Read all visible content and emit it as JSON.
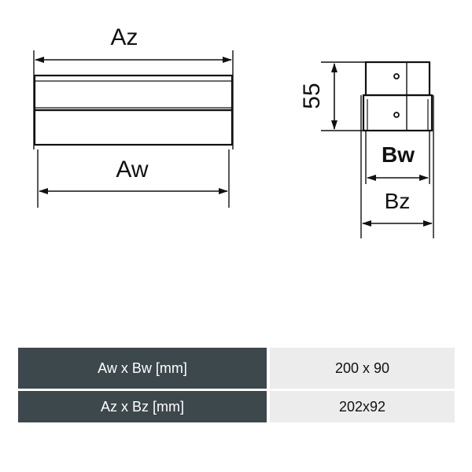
{
  "diagram": {
    "side_view": {
      "top_label": "Az",
      "bottom_label": "Aw"
    },
    "end_view": {
      "height_label": "55",
      "inner_width_label": "Bw",
      "outer_width_label": "Bz"
    }
  },
  "spec_table": {
    "rows": [
      {
        "label": "Aw x Bw [mm]",
        "value": "200 x 90"
      },
      {
        "label": "Az x Bz [mm]",
        "value": "202x92"
      }
    ]
  },
  "colors": {
    "line": "#111111",
    "table_header_bg": "#3d484c",
    "table_value_bg": "#ececec"
  }
}
